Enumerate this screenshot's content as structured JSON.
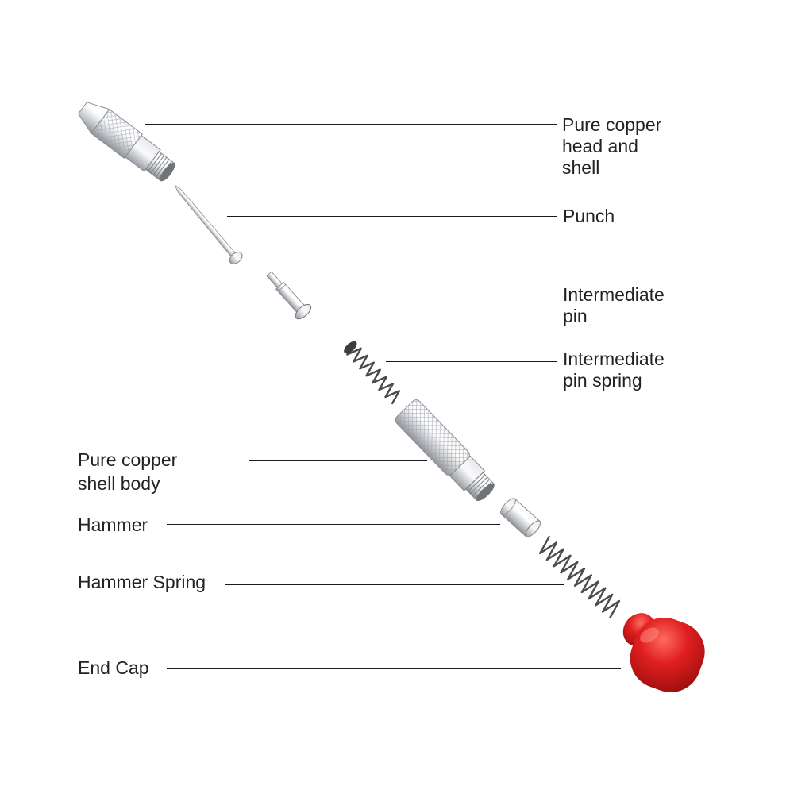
{
  "diagram": {
    "kind": "exploded parts view",
    "labels": {
      "head_and_shell": [
        "Pure copper",
        "head and",
        "shell"
      ],
      "punch": [
        "Punch"
      ],
      "intermediate_pin": [
        "Intermediate",
        "pin"
      ],
      "intermediate_pin_spring": [
        "Intermediate",
        "pin spring"
      ],
      "shell_body": [
        "Pure copper",
        "shell body"
      ],
      "hammer": [
        "Hammer"
      ],
      "hammer_spring": [
        "Hammer Spring"
      ],
      "end_cap": [
        "End Cap"
      ]
    },
    "colors": {
      "background": "#ffffff",
      "text": "#222222",
      "leader_line": "#1a1a1a",
      "metal_light": "#f1f2f4",
      "metal_mid": "#c9cbcf",
      "metal_dark": "#8c9096",
      "spring": "#4a4c50",
      "end_cap_red": "#d81c1c"
    }
  }
}
